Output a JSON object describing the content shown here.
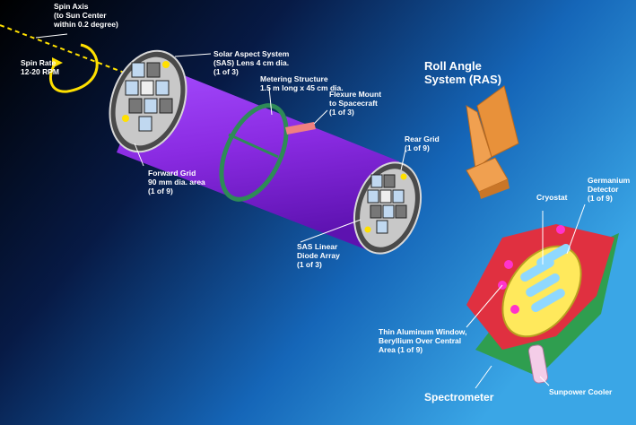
{
  "labels": {
    "spin_axis": "Spin Axis\n(to Sun Center\nwithin 0.2 degree)",
    "spin_rate": "Spin Rate\n12-20 RPM",
    "sas": "Solar Aspect System\n(SAS) Lens 4 cm dia.\n(1 of 3)",
    "metering": "Metering Structure\n1.5 m long x 45 cm dia.",
    "flexure": "Flexure Mount\nto Spacecraft\n(1 of 3)",
    "ras": "Roll Angle\nSystem (RAS)",
    "rear_grid": "Rear Grid\n(1 of 9)",
    "forward_grid": "Forward Grid\n90 mm dia. area\n(1 of 9)",
    "cryostat": "Cryostat",
    "germanium": "Germanium\nDetector\n(1 of 9)",
    "sas_linear": "SAS Linear\nDiode Array\n(1 of 3)",
    "window": "Thin Aluminum Window,\nBeryllium Over Central\nArea (1 of 9)",
    "spectrometer": "Spectrometer",
    "cooler": "Sunpower Cooler"
  },
  "colors": {
    "tube": "#8a2be2",
    "ring": "#2e8b57",
    "ras": "#f0a050",
    "spin_arrow": "#ffe000",
    "spectrometer_base": "#e03040",
    "spectrometer_fins": "#2f9e4f",
    "cryostat": "#ffe95c",
    "flexure": "#f08080"
  }
}
